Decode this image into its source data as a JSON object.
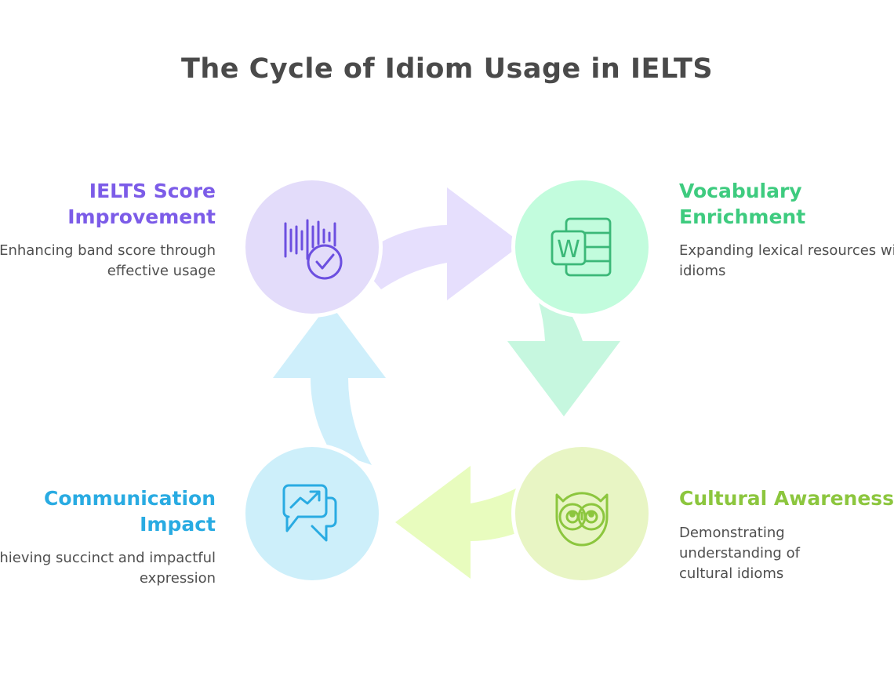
{
  "page": {
    "title": "The Cycle of Idiom Usage in IELTS",
    "background_color": "#ffffff",
    "title_color": "#4a4a4a",
    "diagram_type": "cycle",
    "direction": "clockwise"
  },
  "colors": {
    "purple_accent": "#7C5CE8",
    "purple_circle": "#E3DCFA",
    "purple_ribbon": "#E6DFFD",
    "green_accent": "#3ECB7F",
    "green_circle": "#C2FCDD",
    "green_ribbon": "#C6F7DF",
    "olive_accent": "#8CC63E",
    "olive_circle": "#E8F5C4",
    "olive_ribbon": "#E8FCBE",
    "blue_accent": "#29ABE2",
    "blue_circle": "#CDEFFA",
    "blue_ribbon": "#CFEFFB",
    "body_text": "#4f4f4f"
  },
  "nodes": [
    {
      "id": "ielts-score-improvement",
      "position": "top-left",
      "title": "IELTS Score Improvement",
      "description": "Enhancing band score through effective usage",
      "icon": "waveform-check-icon",
      "accent": "#7C5CE8",
      "circle_fill": "#E3DCFA",
      "align": "right"
    },
    {
      "id": "vocabulary-enrichment",
      "position": "top-right",
      "title": "Vocabulary Enrichment",
      "description": "Expanding lexical resources with idioms",
      "icon": "word-document-table-icon",
      "accent": "#3ECB7F",
      "circle_fill": "#C2FCDD",
      "align": "left"
    },
    {
      "id": "cultural-awareness",
      "position": "bottom-right",
      "title": "Cultural Awareness",
      "description": "Demonstrating understanding of cultural idioms",
      "icon": "owl-icon",
      "accent": "#8CC63E",
      "circle_fill": "#E8F5C4",
      "align": "left"
    },
    {
      "id": "communication-impact",
      "position": "bottom-left",
      "title": "Communication Impact",
      "description": "Achieving succinct and impactful expression",
      "icon": "chat-bubbles-trend-icon",
      "accent": "#29ABE2",
      "circle_fill": "#CDEFFA",
      "align": "right"
    }
  ],
  "arrows": [
    {
      "id": "arrow-top",
      "from": "ielts-score-improvement",
      "to": "vocabulary-enrichment",
      "direction": "right",
      "color": "#E6DFFD"
    },
    {
      "id": "arrow-right",
      "from": "vocabulary-enrichment",
      "to": "cultural-awareness",
      "direction": "down",
      "color": "#C6F7DF"
    },
    {
      "id": "arrow-bottom",
      "from": "cultural-awareness",
      "to": "communication-impact",
      "direction": "left",
      "color": "#E8FCBE"
    },
    {
      "id": "arrow-left",
      "from": "communication-impact",
      "to": "ielts-score-improvement",
      "direction": "up",
      "color": "#CFEFFB"
    }
  ]
}
